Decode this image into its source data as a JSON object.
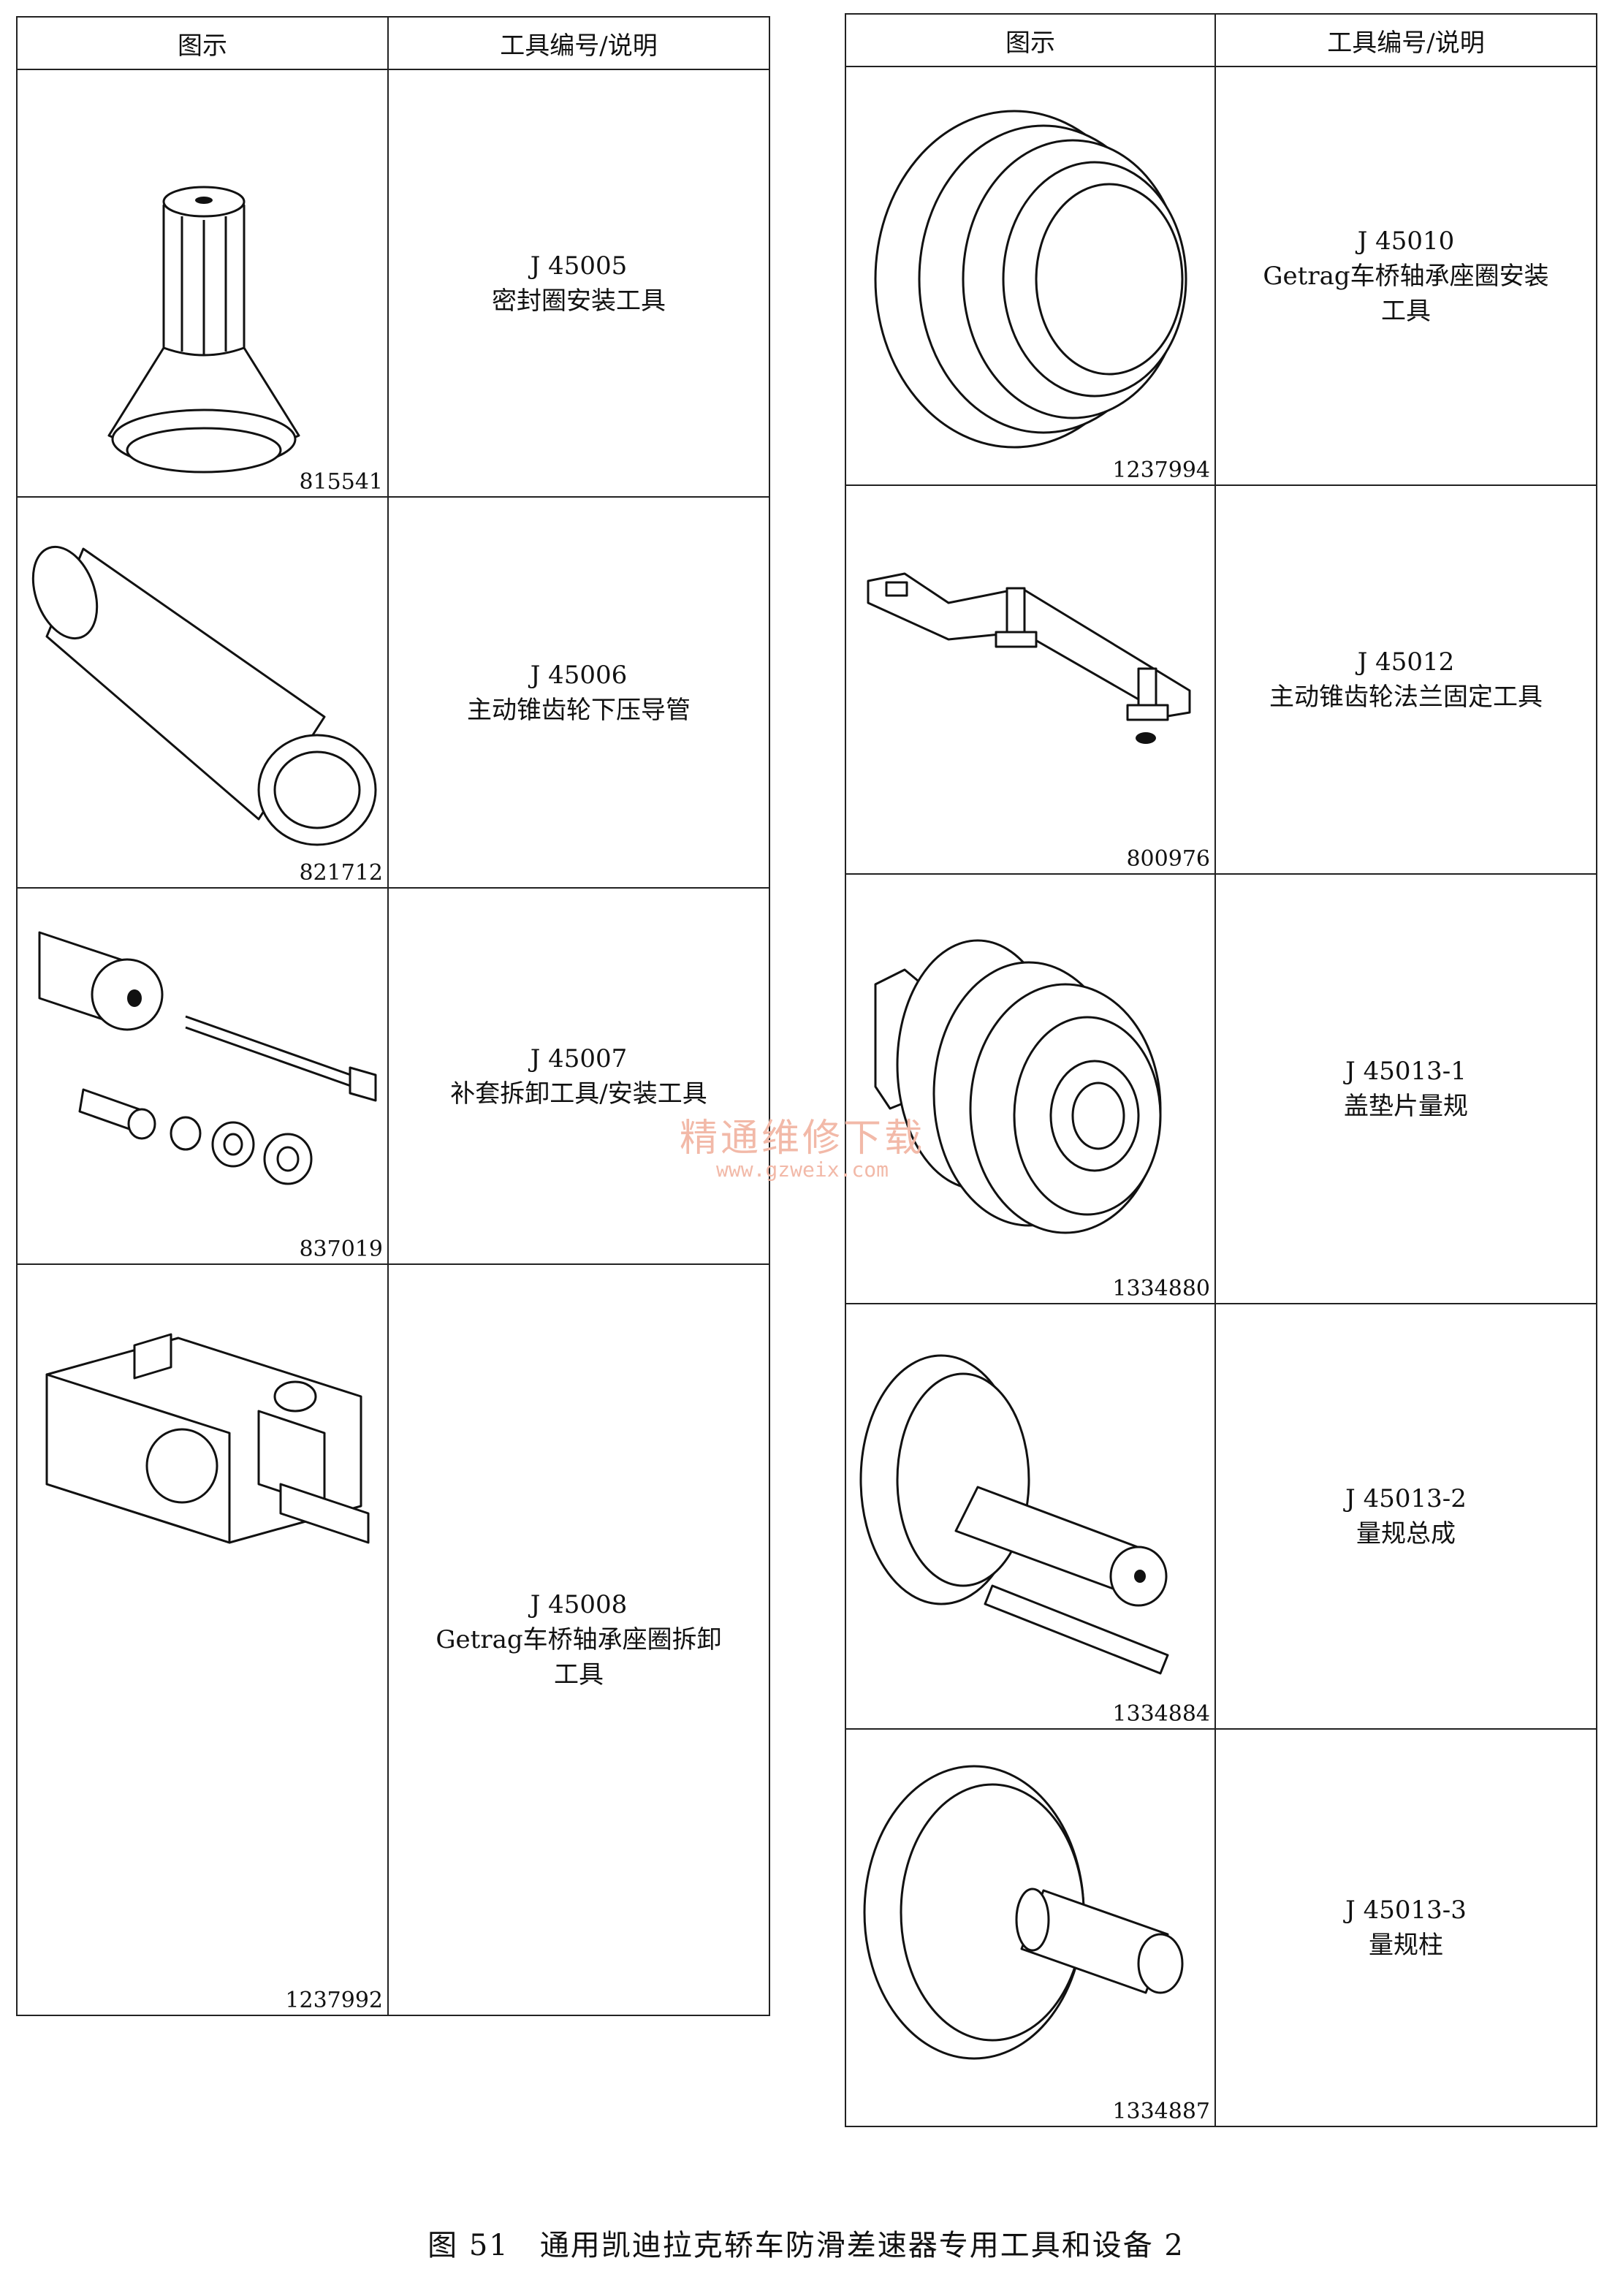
{
  "headers": {
    "figure": "图示",
    "tool": "工具编号/说明"
  },
  "left_rows": [
    {
      "code": "815541",
      "tool_no": "J 45005",
      "desc1": "密封圈安装工具",
      "desc2": "",
      "icon": "seal-installer-icon"
    },
    {
      "code": "821712",
      "tool_no": "J 45006",
      "desc1": "主动锥齿轮下压导管",
      "desc2": "",
      "icon": "guide-tube-icon"
    },
    {
      "code": "837019",
      "tool_no": "J 45007",
      "desc1": "补套拆卸工具/安装工具",
      "desc2": "",
      "icon": "bushing-tool-kit-icon"
    },
    {
      "code": "1237992",
      "tool_no": "J 45008",
      "desc1": "Getrag车桥轴承座圈拆卸",
      "desc2": "工具",
      "icon": "bearing-race-remover-icon"
    }
  ],
  "right_rows": [
    {
      "code": "1237994",
      "tool_no": "J 45010",
      "desc1": "Getrag车桥轴承座圈安装",
      "desc2": "工具",
      "icon": "bearing-race-installer-icon"
    },
    {
      "code": "800976",
      "tool_no": "J 45012",
      "desc1": "主动锥齿轮法兰固定工具",
      "desc2": "",
      "icon": "flange-holder-icon"
    },
    {
      "code": "1334880",
      "tool_no": "J 45013-1",
      "desc1": "盖垫片量规",
      "desc2": "",
      "icon": "shim-gauge-icon"
    },
    {
      "code": "1334884",
      "tool_no": "J 45013-2",
      "desc1": "量规总成",
      "desc2": "",
      "icon": "gauge-assembly-icon"
    },
    {
      "code": "1334887",
      "tool_no": "J 45013-3",
      "desc1": "量规柱",
      "desc2": "",
      "icon": "gauge-post-icon"
    }
  ],
  "watermark": {
    "line1": "精通维修下载",
    "line2": "www.gzweix.com"
  },
  "caption": "图 51　通用凯迪拉克轿车防滑差速器专用工具和设备 2"
}
